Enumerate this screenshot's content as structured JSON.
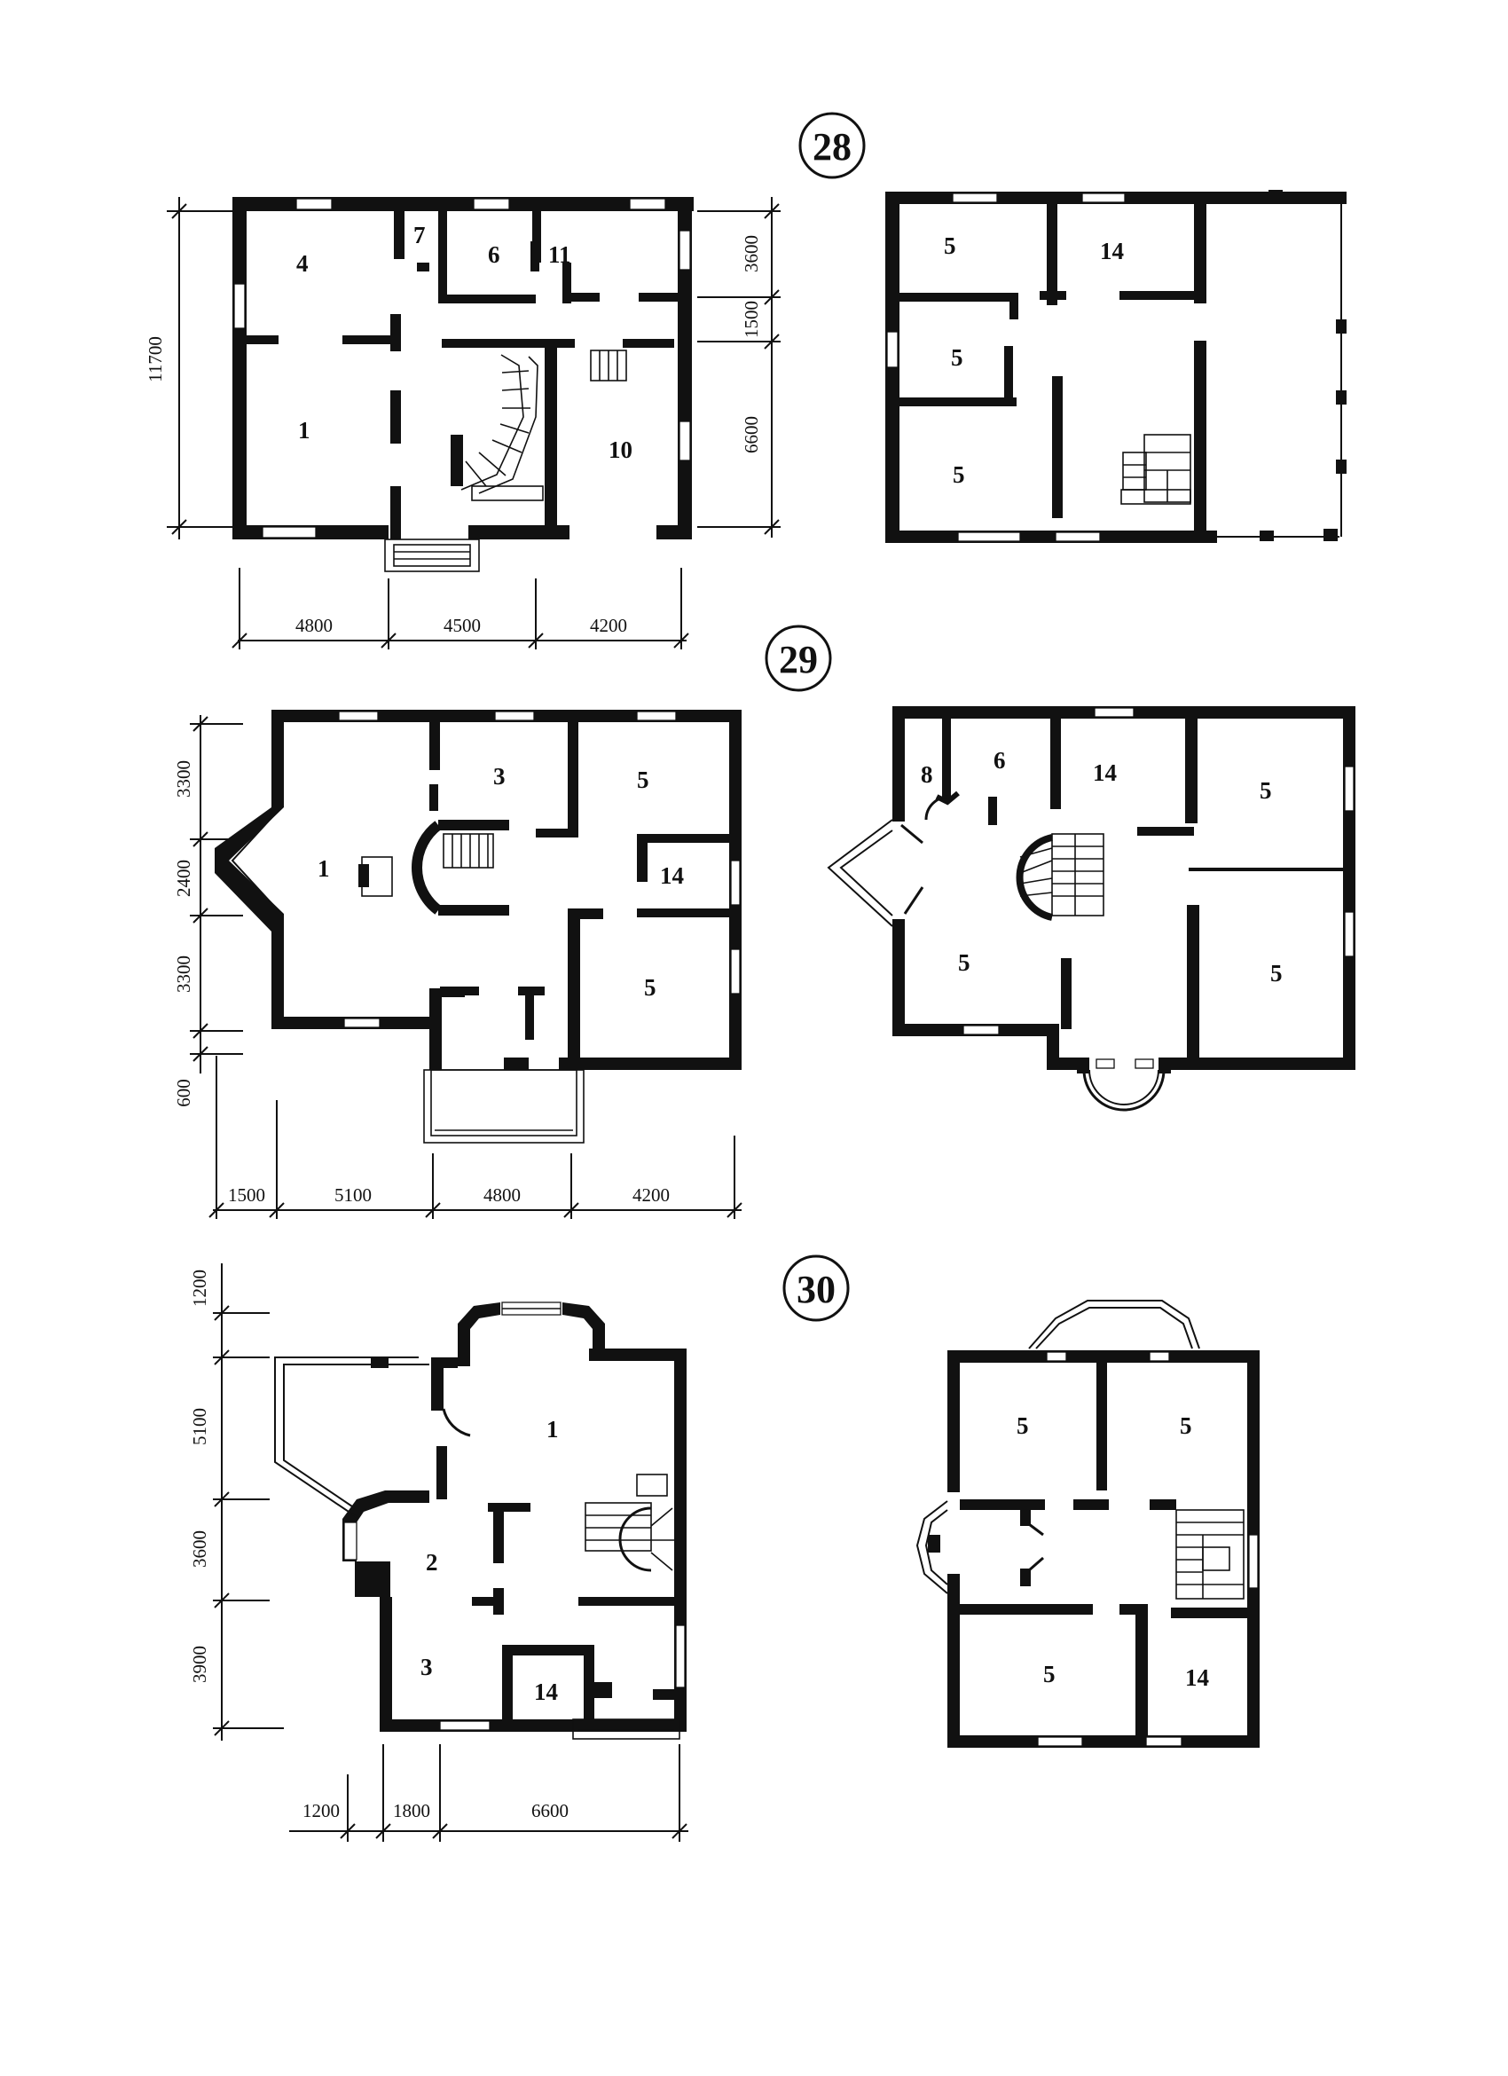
{
  "plans": [
    {
      "number": "28",
      "floor1": {
        "rooms": [
          "4",
          "7",
          "6",
          "11",
          "1",
          "10"
        ]
      },
      "floor2": {
        "rooms": [
          "5",
          "14",
          "5",
          "5"
        ]
      },
      "dims_vertical": [
        "11700",
        "3600",
        "1500",
        "6600"
      ],
      "dims_horizontal": [
        "4800",
        "4500",
        "4200"
      ]
    },
    {
      "number": "29",
      "floor1": {
        "rooms": [
          "3",
          "5",
          "1",
          "14",
          "5"
        ]
      },
      "floor2": {
        "rooms": [
          "8",
          "6",
          "14",
          "5",
          "5",
          "5"
        ]
      },
      "dims_vertical": [
        "3300",
        "2400",
        "3300",
        "600"
      ],
      "dims_horizontal": [
        "1500",
        "5100",
        "4800",
        "4200"
      ]
    },
    {
      "number": "30",
      "floor1": {
        "rooms": [
          "1",
          "2",
          "3",
          "14"
        ]
      },
      "floor2": {
        "rooms": [
          "5",
          "5",
          "5",
          "14"
        ]
      },
      "dims_vertical": [
        "1200",
        "5100",
        "3600",
        "3900"
      ],
      "dims_horizontal": [
        "1200",
        "1800",
        "6600"
      ]
    }
  ]
}
